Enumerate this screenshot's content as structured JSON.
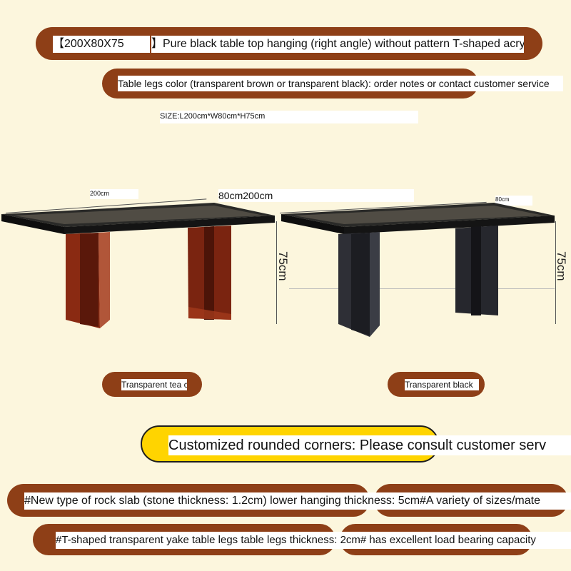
{
  "header": {
    "size_code": "【200X80X75",
    "title_rest": "】Pure black table top hanging (right angle) without pattern   T-shaped acrylic l",
    "legs_color_note": "Table legs color (transparent brown or transparent black): order notes or contact customer service",
    "size_spec": "SIZE:L200cm*W80cm*H75cm"
  },
  "dimensions": {
    "left_length": "200cm",
    "middle_label": "80cm200cm",
    "right_width": "80cm",
    "left_height": "75cm",
    "right_height": "75cm"
  },
  "variants": [
    {
      "label": "Transparent tea color",
      "leg_color": "#8a2a12"
    },
    {
      "label": "Transparent black",
      "leg_color": "#2e2f36"
    }
  ],
  "custom_note": "Customized rounded corners: Please consult customer serv",
  "features": {
    "line1": "#New type of rock slab (stone thickness: 1.2cm) lower hanging thickness: 5cm#A variety of sizes/mate",
    "line2": "#T-shaped transparent yake table legs table legs thickness: 2cm# has excellent load bearing capacity"
  },
  "colors": {
    "background": "#fcf6dd",
    "pill": "#8e3f17",
    "highlight": "#ffd400",
    "tabletop": "#161616"
  }
}
